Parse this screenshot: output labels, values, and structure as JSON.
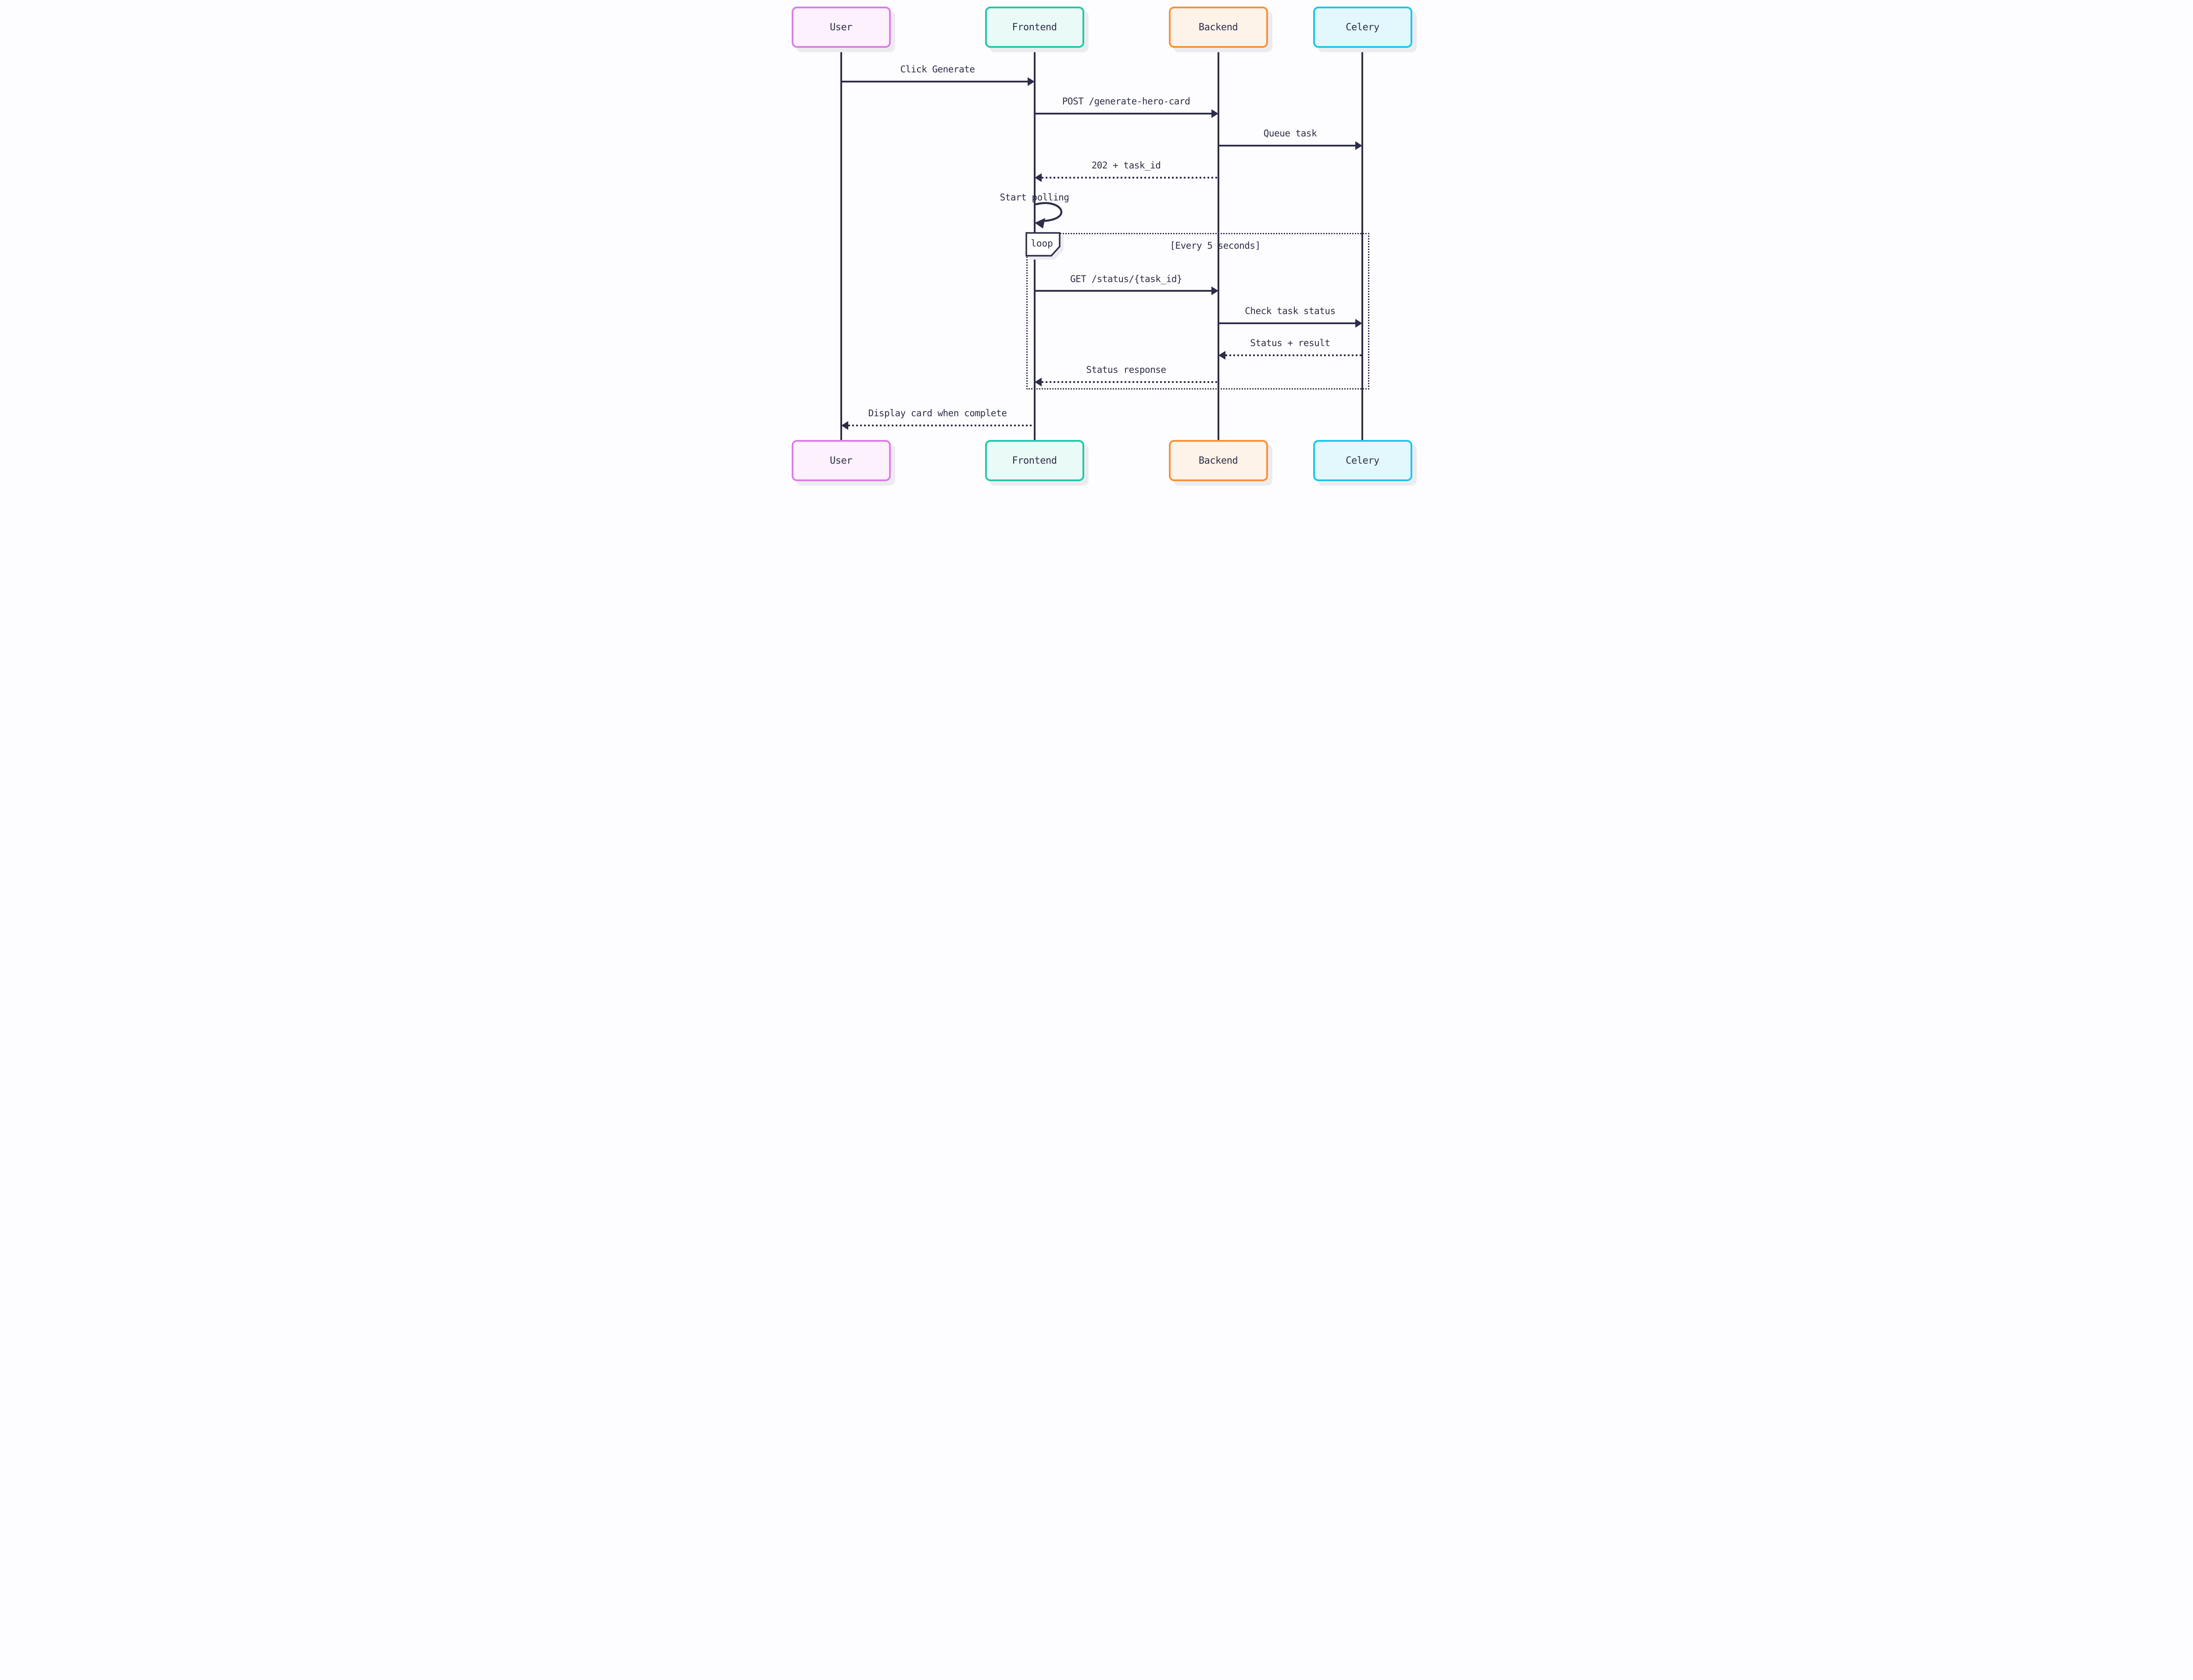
{
  "diagram": {
    "type": "sequence-diagram",
    "ink_color": "#2d2d48",
    "actors": [
      {
        "name": "User",
        "border_color": "#dd7ce8",
        "fill_color": "#fdf1fd"
      },
      {
        "name": "Frontend",
        "border_color": "#21c8aa",
        "fill_color": "#eafaf6"
      },
      {
        "name": "Backend",
        "border_color": "#f79138",
        "fill_color": "#fdf3e8"
      },
      {
        "name": "Celery",
        "border_color": "#1bc7e9",
        "fill_color": "#e3f8fc"
      }
    ],
    "messages": [
      {
        "from": "User",
        "to": "Frontend",
        "label": "Click Generate",
        "style": "solid"
      },
      {
        "from": "Frontend",
        "to": "Backend",
        "label": "POST /generate-hero-card",
        "style": "solid"
      },
      {
        "from": "Backend",
        "to": "Celery",
        "label": "Queue task",
        "style": "solid"
      },
      {
        "from": "Backend",
        "to": "Frontend",
        "label": "202 + task_id",
        "style": "dotted"
      },
      {
        "from": "Frontend",
        "to": "Frontend",
        "label": "Start polling",
        "style": "self"
      },
      {
        "from": "Frontend",
        "to": "Backend",
        "label": "GET /status/{task_id}",
        "style": "solid"
      },
      {
        "from": "Backend",
        "to": "Celery",
        "label": "Check task status",
        "style": "solid"
      },
      {
        "from": "Celery",
        "to": "Backend",
        "label": "Status + result",
        "style": "dotted"
      },
      {
        "from": "Backend",
        "to": "Frontend",
        "label": "Status response",
        "style": "dotted"
      },
      {
        "from": "Frontend",
        "to": "User",
        "label": "Display card when complete",
        "style": "dotted"
      }
    ],
    "loop_fragment": {
      "label": "loop",
      "title": "[Every 5 seconds]"
    }
  }
}
